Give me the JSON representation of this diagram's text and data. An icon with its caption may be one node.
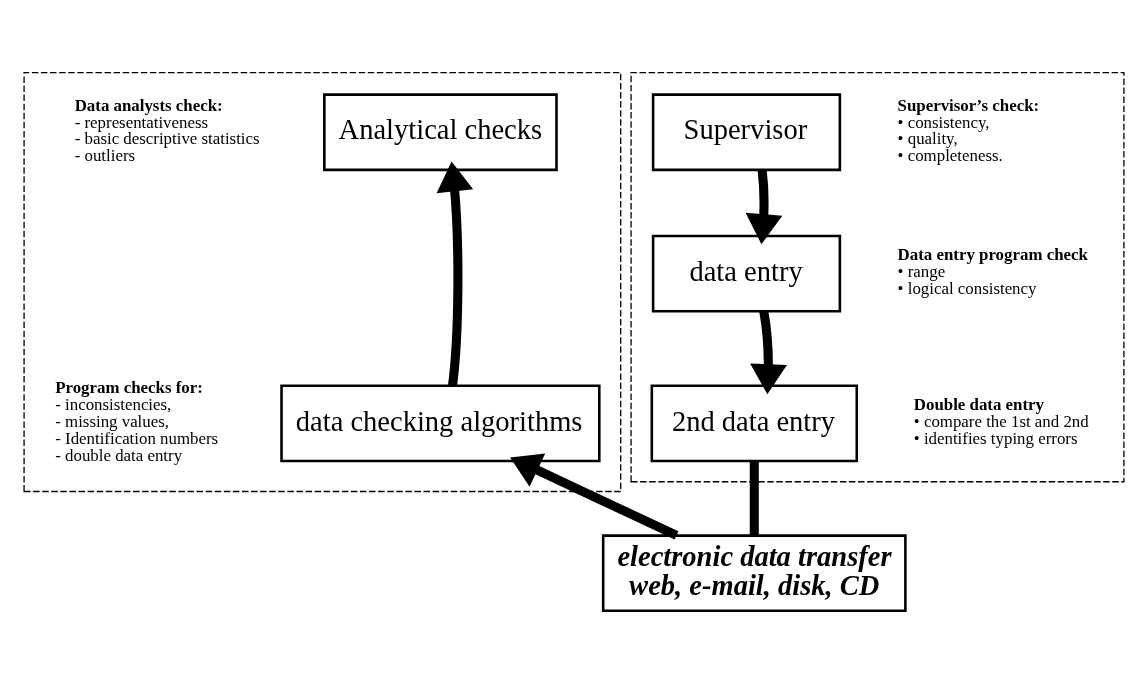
{
  "diagram": {
    "nodes": [
      {
        "text": [],
        "shape": "box"
      },
      {
        "text": [
          "Analytical checks"
        ],
        "in": 0,
        "beside": [
          "Data analysts check:",
          "- representativeness",
          "- basic descriptive statistics",
          "- outliers"
        ]
      },
      {
        "text": [
          "data checking algorithms"
        ],
        "in": 0,
        "beside": [
          "Program checks for:",
          "- inconsistencies,",
          "- missing values,",
          "- Identification numbers",
          "- double data entry"
        ]
      },
      {
        "text": [],
        "shape": "box"
      },
      {
        "text": [
          "Supervisor"
        ],
        "in": 3,
        "beside": [
          "Supervisor’s check:",
          "• consistency,",
          "• quality,",
          "• completeness."
        ]
      },
      {
        "text": [
          "data entry"
        ],
        "in": 3,
        "beside": [
          "Data entry program check",
          "• range",
          "• logical consistency"
        ]
      },
      {
        "text": [
          "2nd data entry"
        ],
        "in": 3,
        "beside": [
          "Double data entry",
          "• compare the 1st and 2nd",
          "• identifies typing errors"
        ]
      },
      {
        "text": [
          "electronic data transfer",
          "web, e-mail, disk, CD"
        ]
      }
    ],
    "edges": [
      {
        "from": 2,
        "to": 1,
        "arrow": "to"
      },
      {
        "from": 4,
        "to": 5,
        "arrow": "to"
      },
      {
        "from": 5,
        "to": 6,
        "arrow": "to"
      },
      {
        "from": 6,
        "to": 7,
        "arrow": "none"
      },
      {
        "from": 7,
        "to": 2,
        "arrow": "to"
      }
    ]
  }
}
